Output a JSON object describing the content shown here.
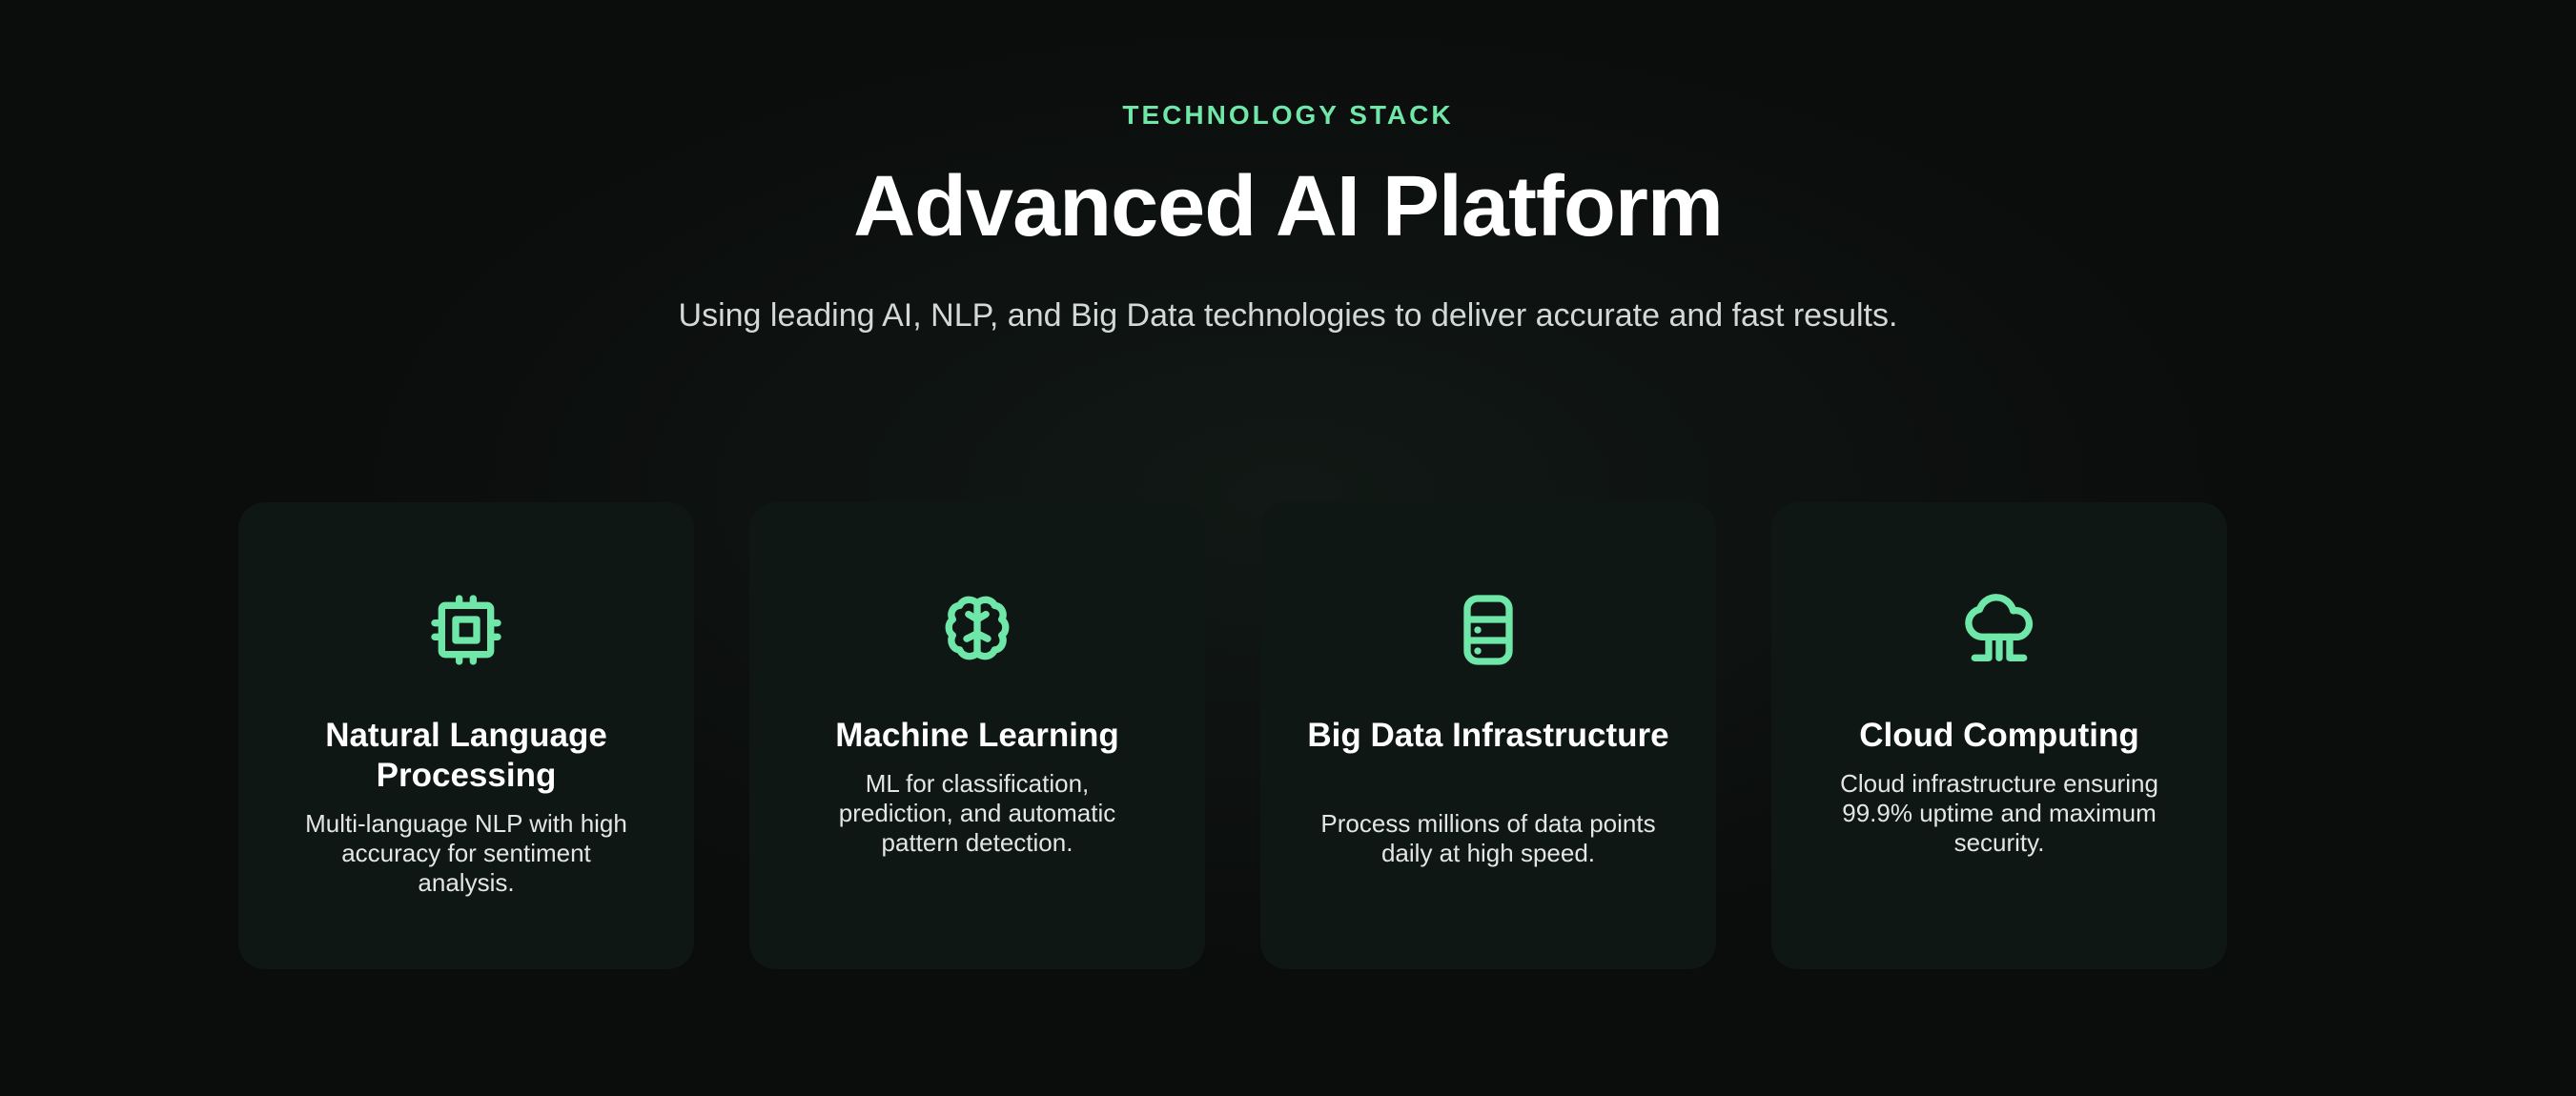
{
  "header": {
    "eyebrow": "TECHNOLOGY STACK",
    "title": "Advanced AI Platform",
    "subtitle": "Using leading AI, NLP, and Big Data technologies to deliver accurate and fast results."
  },
  "colors": {
    "accent": "#6ee7a8",
    "background": "#0b0d0c",
    "card": "#0f1714"
  },
  "cards": [
    {
      "icon": "cpu-chip-icon",
      "title": "Natural Language Processing",
      "description": "Multi-language NLP with high accuracy for sentiment analysis."
    },
    {
      "icon": "brain-icon",
      "title": "Machine Learning",
      "description": "ML for classification, prediction, and automatic pattern detection."
    },
    {
      "icon": "database-icon",
      "title": "Big Data Infrastructure",
      "description": "Process millions of data points daily at high speed."
    },
    {
      "icon": "cloud-icon",
      "title": "Cloud Computing",
      "description": "Cloud infrastructure ensuring 99.9% uptime and maximum security."
    }
  ]
}
